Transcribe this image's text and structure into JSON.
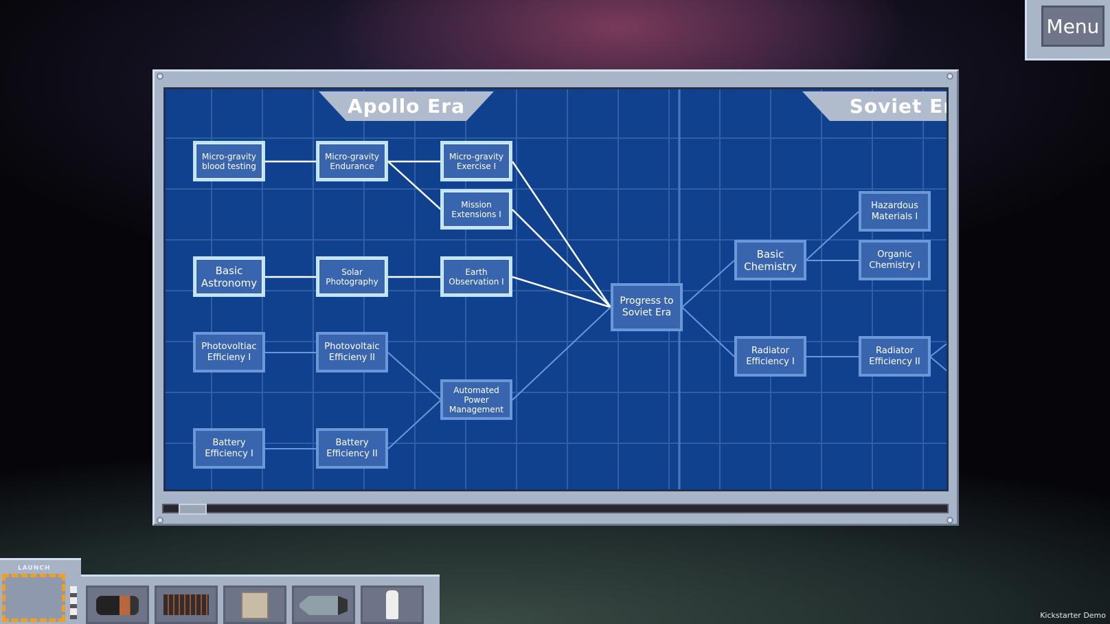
{
  "menu": {
    "label": "Menu"
  },
  "eras": [
    {
      "label": "Apollo Era"
    },
    {
      "label": "Soviet Era"
    }
  ],
  "nodes": {
    "mg_blood": "Micro-gravity blood testing",
    "mg_endurance": "Micro-gravity Endurance",
    "mg_exercise": "Micro-gravity Exercise I",
    "mission_ext": "Mission Extensions I",
    "basic_astro": "Basic Astronomy",
    "solar_photo": "Solar Photography",
    "earth_obs": "Earth Observation I",
    "pv1": "Photovoltiac Efficieny I",
    "pv2": "Photovoltaic Efficieny II",
    "auto_power": "Automated Power Management",
    "batt1": "Battery Efficiency I",
    "batt2": "Battery Efficiency II",
    "progress": "Progress to Soviet Era",
    "basic_chem": "Basic Chemistry",
    "hazmat": "Hazardous Materials I",
    "organic": "Organic Chemistry I",
    "rad1": "Radiator Efficiency I",
    "rad2": "Radiator Efficiency II"
  },
  "toolbar": {
    "launch_label": "LAUNCH",
    "items": [
      "fuel-tank",
      "solar-panel",
      "computer-module",
      "capsule",
      "astronaut"
    ]
  },
  "footer": {
    "build": "Kickstarter Demo"
  },
  "colors": {
    "blueprint": "#10418e",
    "node": "#3865ad",
    "lit_border": "#bfe3fb"
  }
}
